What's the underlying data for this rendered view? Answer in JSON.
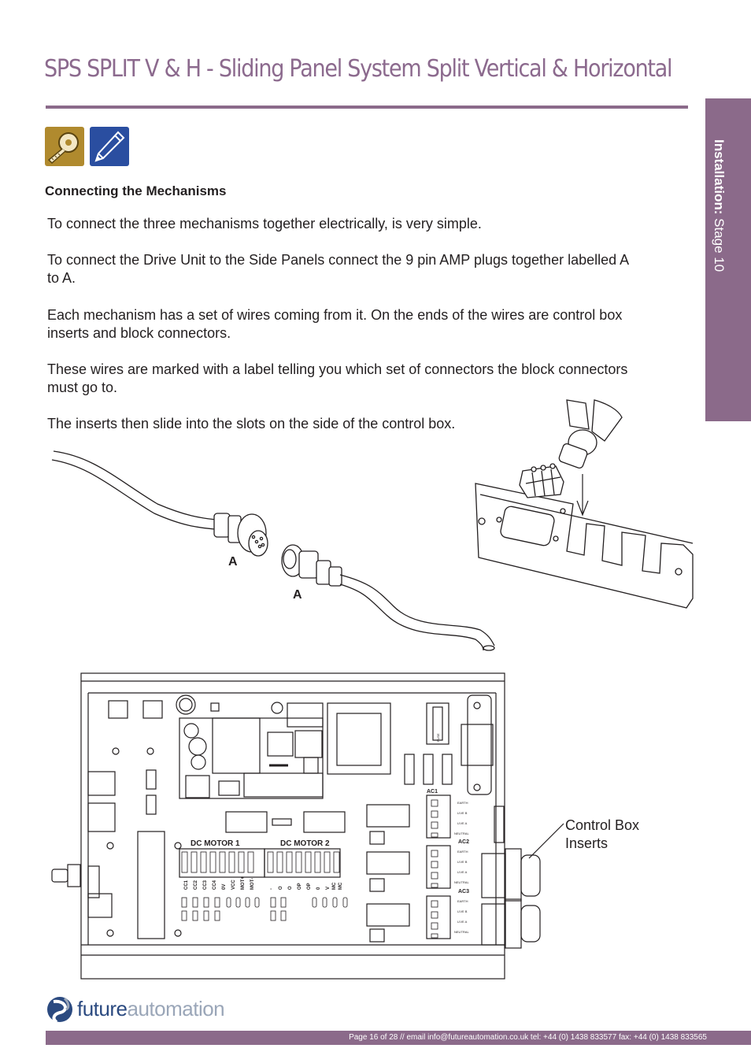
{
  "header": {
    "title": "SPS SPLIT V & H - Sliding Panel System Split Vertical & Horizontal"
  },
  "side_tab": {
    "label_bold": "Installation:",
    "label_rest": "Stage 10"
  },
  "icons": [
    "tape-measure-icon",
    "pencil-icon"
  ],
  "content": {
    "heading": "Connecting the Mechanisms",
    "paragraphs": [
      "To connect the three mechanisms together electrically, is very simple.",
      "To connect the Drive Unit to the Side Panels connect the 9 pin AMP plugs together labelled A to A.",
      "Each mechanism has a set of wires coming from it. On the ends of the wires are control box inserts and block connectors.",
      "These wires are marked with a label telling you which set of connectors the block connectors must go to.",
      "The inserts then slide into the slots on the side of the control box."
    ]
  },
  "plug_illustration": {
    "label_1": "A",
    "label_2": "A"
  },
  "control_box": {
    "motor1_label": "DC MOTOR 1",
    "motor2_label": "DC MOTOR 2",
    "ac_labels": [
      "AC1",
      "AC2",
      "AC3"
    ],
    "ac_terminals": [
      "EARTH",
      "LIVE B",
      "LIVE A",
      "NEUTRAL"
    ],
    "fuse_label": "FUSE",
    "motor1_pins": [
      "CC1",
      "CC2",
      "CC3",
      "CC4",
      "0V",
      "VCC",
      "MOT+",
      "MOT-"
    ],
    "motor2_pins": [
      "-",
      "O",
      "O",
      "OP",
      "OP",
      "0",
      "V",
      "MC",
      "MC"
    ],
    "callout": "Control Box Inserts"
  },
  "footer": {
    "logo_part1": "future",
    "logo_part2": "automation",
    "text": "Page 16 of 28 // email info@futureautomation.co.uk  tel: +44 (0) 1438 833577  fax: +44 (0) 1438 833565"
  }
}
